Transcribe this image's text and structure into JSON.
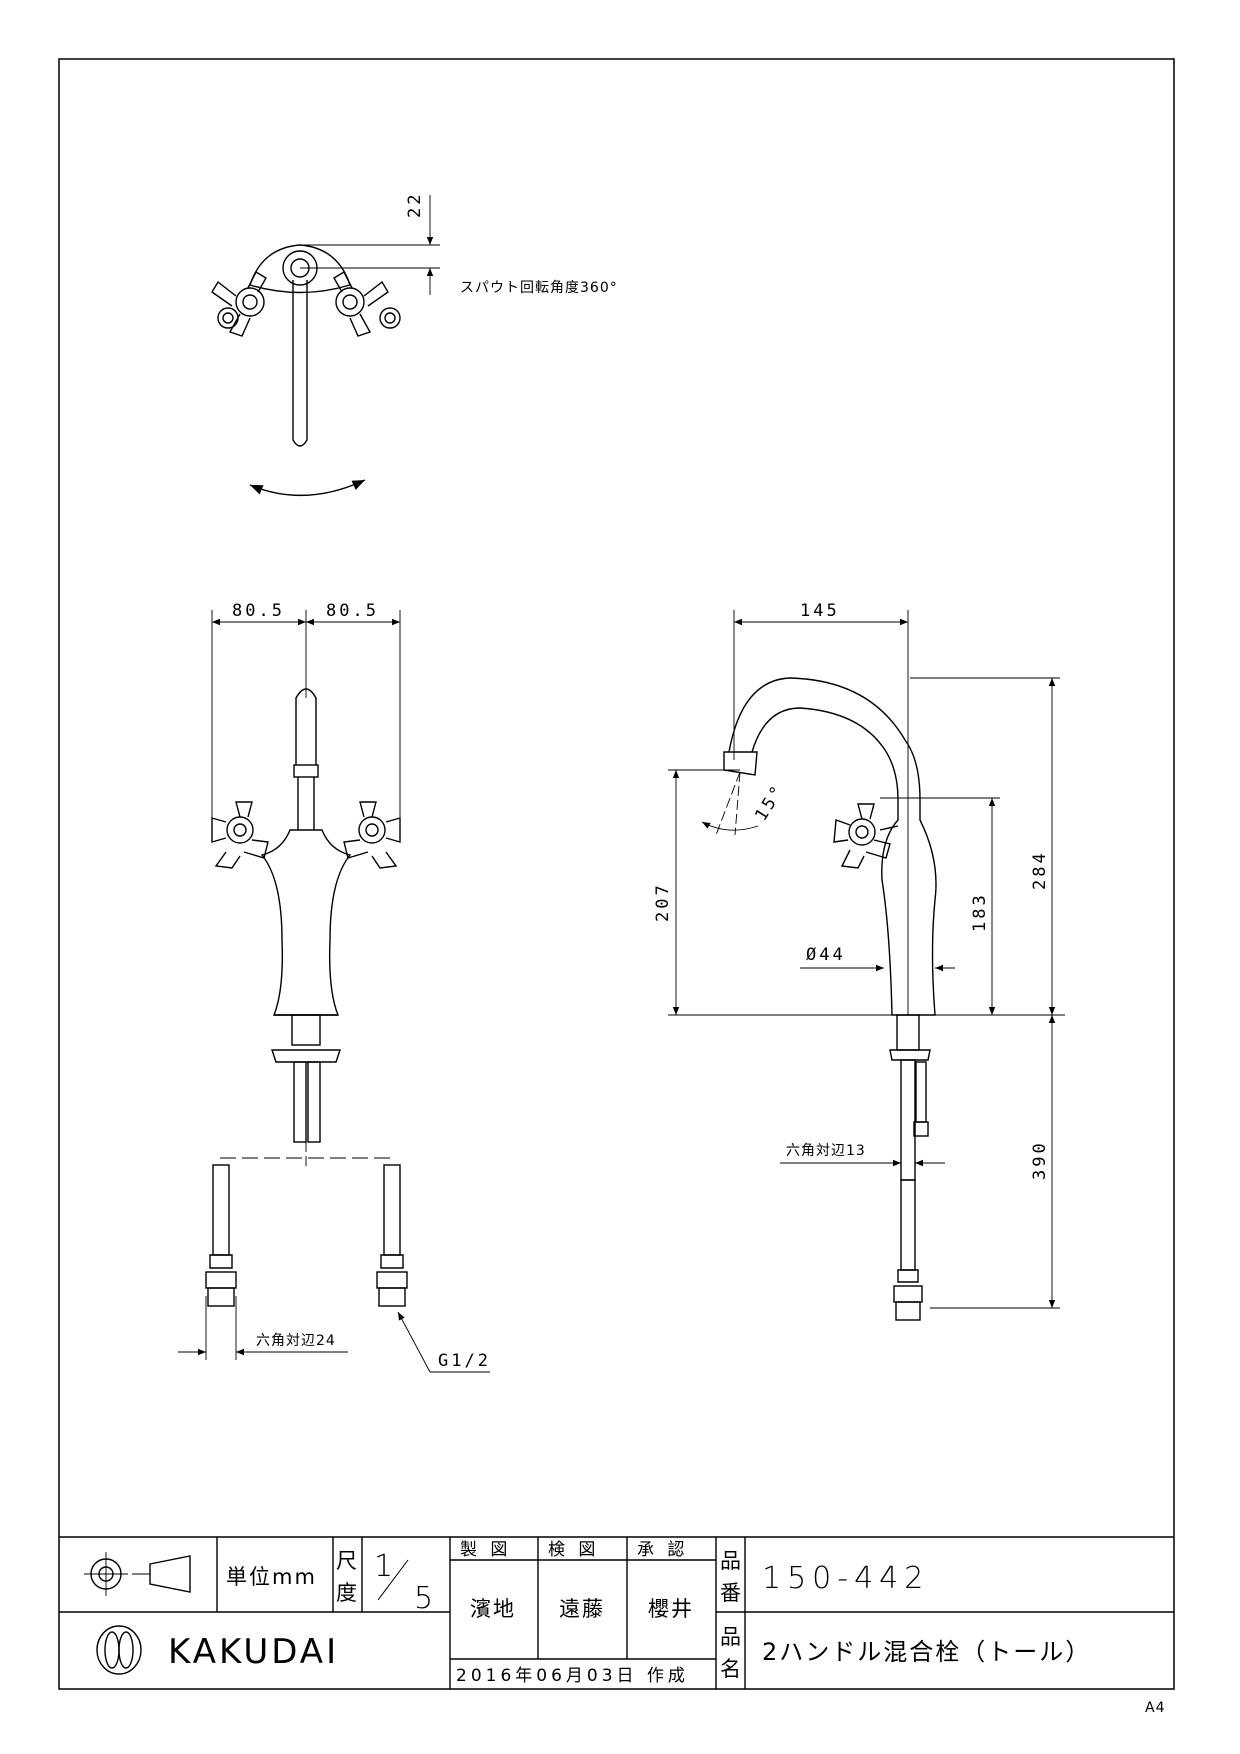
{
  "top_view": {
    "dim_offset": "22",
    "rotation_note": "スパウト回転角度360°"
  },
  "front_view": {
    "dim_left": "80.5",
    "dim_right": "80.5",
    "hex_label": "六角対辺24",
    "thread_label": "G1/2"
  },
  "side_view": {
    "dim_reach": "145",
    "dim_spout_height": "207",
    "dim_handle_height": "183",
    "dim_total_height": "284",
    "dim_hose_length": "390",
    "dim_diameter": "Ø44",
    "dim_angle": "15°",
    "hex_label": "六角対辺13"
  },
  "title_block": {
    "unit_label": "単位mm",
    "scale_label_1": "尺",
    "scale_label_2": "度",
    "scale_num": "1",
    "scale_den": "5",
    "made_header": "製 図",
    "checked_header": "検 図",
    "approved_header": "承 認",
    "made_by": "濱地",
    "checked_by": "遠藤",
    "approved_by": "櫻井",
    "part_no_label_1": "品",
    "part_no_label_2": "番",
    "part_no": "150-442",
    "part_name_label_1": "品",
    "part_name_label_2": "名",
    "part_name": "2ハンドル混合栓（トール）",
    "date": "2016年06月03日 作成",
    "brand": "KAKUDAI",
    "sheet_size": "A4"
  }
}
